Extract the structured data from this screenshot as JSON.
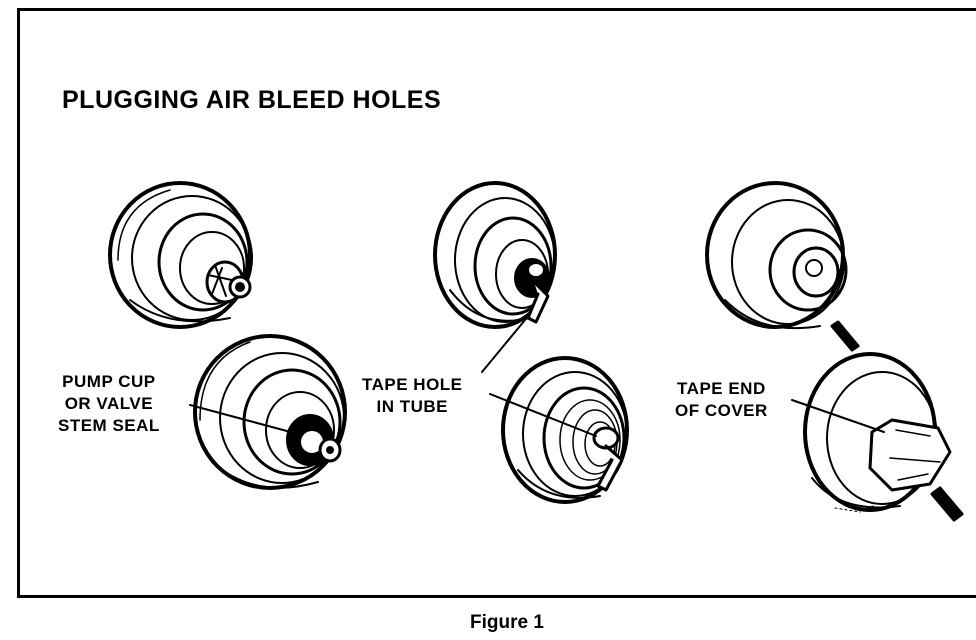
{
  "diagram": {
    "title": "PLUGGING AIR BLEED HOLES",
    "caption": "Figure 1",
    "callouts": {
      "pump_cup": [
        "PUMP CUP",
        "OR VALVE",
        "STEM SEAL"
      ],
      "tape_hole": [
        "TAPE HOLE",
        "IN TUBE"
      ],
      "tape_end": [
        "TAPE END",
        "OF COVER"
      ]
    }
  }
}
